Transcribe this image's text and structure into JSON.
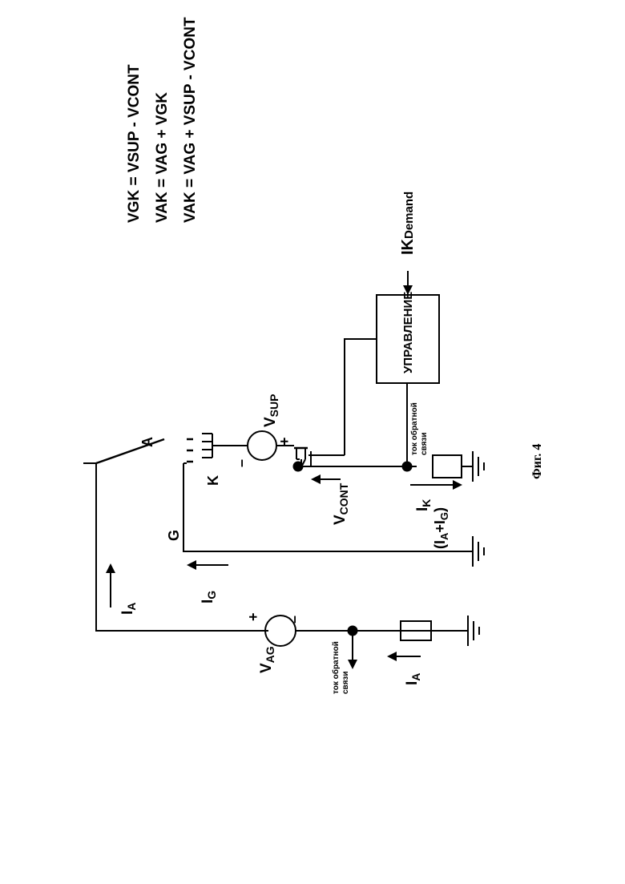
{
  "equations": {
    "eq1": "VGK = VSUP - VCONT",
    "eq2": "VAK = VAG + VGK",
    "eq3": "VAK = VAG + VSUP - VCONT"
  },
  "labels": {
    "v": "V",
    "i": "I",
    "vag_sub": "AG",
    "vsup_sub": "SUP",
    "vcont_sub": "CONT",
    "ia_sub": "A",
    "ig_sub": "G",
    "ik_sub": "K",
    "plus": "+",
    "minus": "–",
    "terminal_a": "A",
    "terminal_g": "G",
    "terminal_k": "K",
    "sum_open": "(",
    "sum_plus": "+",
    "sum_close": ")"
  },
  "control": {
    "box_label": "УПРАВЛЕНИЕ",
    "demand_main": "IK",
    "demand_sub": "Demand"
  },
  "feedback": {
    "line1": "ток обратной",
    "line2": "связи"
  },
  "figure_caption": "Фиг. 4"
}
